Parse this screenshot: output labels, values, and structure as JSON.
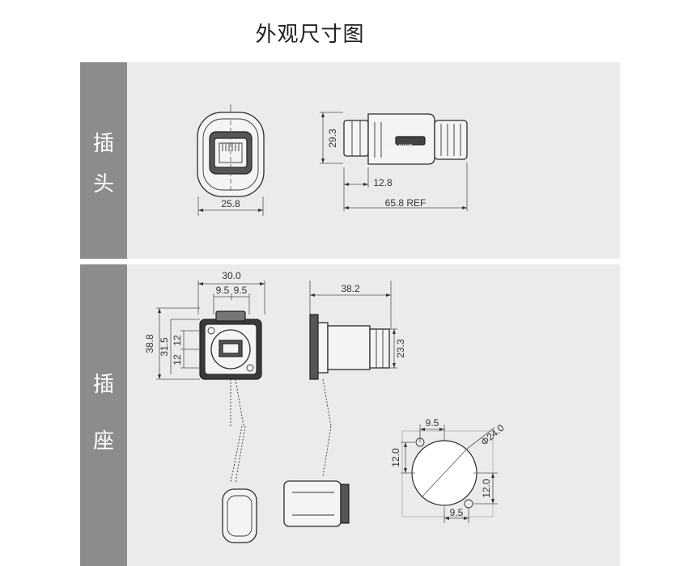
{
  "title": "外观尺寸图",
  "sections": {
    "plug": {
      "label_1": "插",
      "label_2": "头"
    },
    "socket": {
      "label_1": "插",
      "label_2": "座"
    }
  },
  "dimensions": {
    "plug_width": "25.8",
    "plug_height": "29.3",
    "plug_depth": "12.8",
    "plug_length": "65.8 REF",
    "socket_outer": "30.0",
    "socket_half_a": "9.5",
    "socket_half_b": "9.5",
    "socket_depth": "38.2",
    "socket_height": "38.8",
    "socket_inner": "31.5",
    "socket_v_a": "12",
    "socket_v_b": "12",
    "socket_body": "23.3",
    "cutout_top": "9.5",
    "cutout_left": "12.0",
    "cutout_right": "12.0",
    "cutout_bottom": "9.5",
    "cutout_diameter": "Φ24.0"
  },
  "brand_mark": "CNLINKO"
}
